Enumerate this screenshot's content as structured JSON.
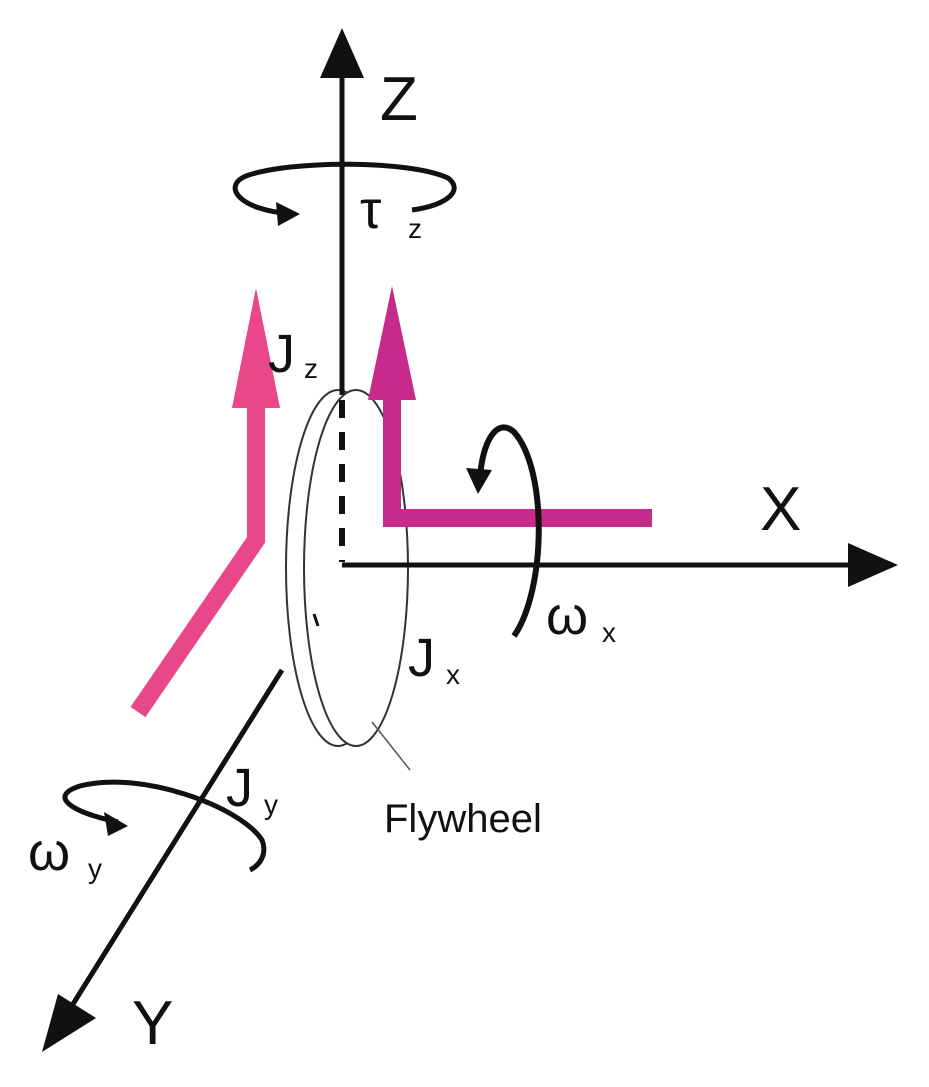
{
  "diagram": {
    "axes": {
      "z": "Z",
      "x": "X",
      "y": "Y"
    },
    "labels": {
      "tau_z": {
        "symbol": "τ",
        "sub": "z"
      },
      "j_z": {
        "symbol": "J",
        "sub": "z"
      },
      "j_x": {
        "symbol": "J",
        "sub": "x"
      },
      "j_y": {
        "symbol": "J",
        "sub": "y"
      },
      "omega_x": {
        "symbol": "ω",
        "sub": "x"
      },
      "omega_y": {
        "symbol": "ω",
        "sub": "y"
      }
    },
    "flywheel_label": "Flywheel",
    "colors": {
      "axis": "#111111",
      "bracket_left": "#e8488a",
      "bracket_right": "#c62a8a",
      "wheel": "#333333"
    }
  }
}
